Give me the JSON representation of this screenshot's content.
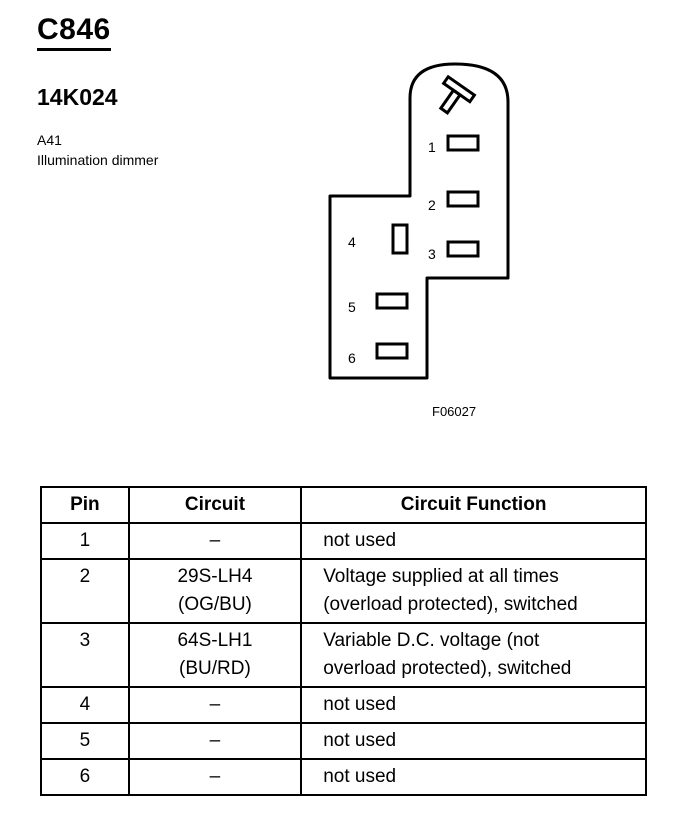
{
  "header": {
    "connector_id": "C846",
    "part_number": "14K024",
    "location": "A41",
    "component": "Illumination dimmer"
  },
  "figure": {
    "code": "F06027",
    "key_icon": "t-shaped-key-icon",
    "pins": [
      {
        "label": "1"
      },
      {
        "label": "2"
      },
      {
        "label": "3"
      },
      {
        "label": "4"
      },
      {
        "label": "5"
      },
      {
        "label": "6"
      }
    ]
  },
  "table": {
    "headers": [
      "Pin",
      "Circuit",
      "Circuit Function"
    ],
    "rows": [
      {
        "pin": "1",
        "circuit": [
          "–"
        ],
        "function": [
          "not used"
        ]
      },
      {
        "pin": "2",
        "circuit": [
          "29S-LH4",
          "(OG/BU)"
        ],
        "function": [
          "Voltage supplied at all times",
          "(overload protected), switched"
        ]
      },
      {
        "pin": "3",
        "circuit": [
          "64S-LH1",
          "(BU/RD)"
        ],
        "function": [
          "Variable D.C. voltage (not",
          "overload protected), switched"
        ]
      },
      {
        "pin": "4",
        "circuit": [
          "–"
        ],
        "function": [
          "not used"
        ]
      },
      {
        "pin": "5",
        "circuit": [
          "–"
        ],
        "function": [
          "not used"
        ]
      },
      {
        "pin": "6",
        "circuit": [
          "–"
        ],
        "function": [
          "not used"
        ]
      }
    ]
  }
}
